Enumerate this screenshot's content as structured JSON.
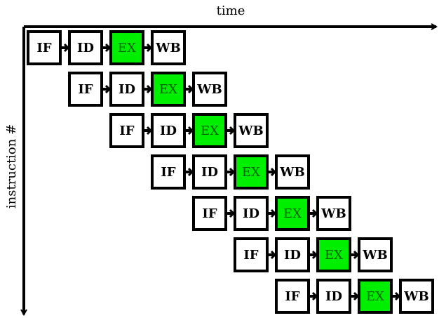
{
  "axes": {
    "x_label": "time",
    "y_label": "instruction #"
  },
  "pipeline": {
    "stages": [
      "IF",
      "ID",
      "EX",
      "WB"
    ],
    "instruction_count": 7,
    "highlight_stage": "EX",
    "highlight_color": "#00ee00",
    "box_fill": "#ffffff",
    "stroke_color": "#000000",
    "highlight_text_color": "#006400"
  }
}
